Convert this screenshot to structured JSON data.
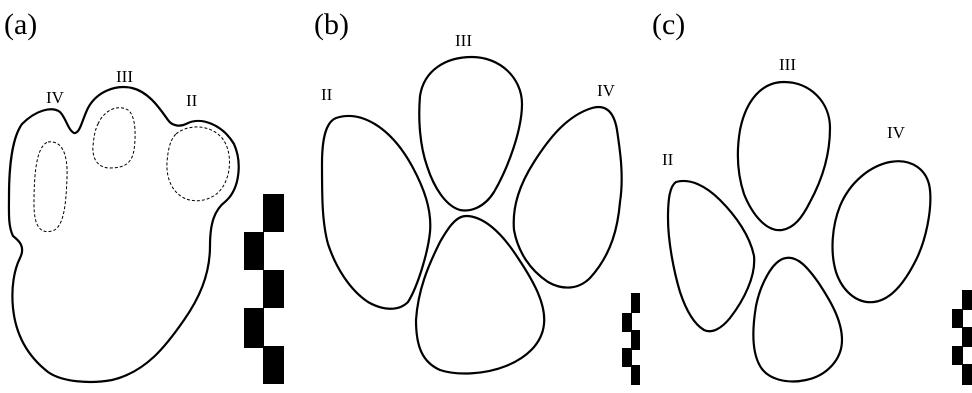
{
  "panels": [
    {
      "id": "a",
      "label": "(a)",
      "digits": {
        "IV": "IV",
        "III": "III",
        "II": "II"
      }
    },
    {
      "id": "b",
      "label": "(b)",
      "digits": {
        "II": "II",
        "III": "III",
        "IV": "IV"
      }
    },
    {
      "id": "c",
      "label": "(c)",
      "digits": {
        "II": "II",
        "III": "III",
        "IV": "IV"
      }
    }
  ],
  "colors": {
    "ink": "#000000",
    "background": "#ffffff"
  }
}
